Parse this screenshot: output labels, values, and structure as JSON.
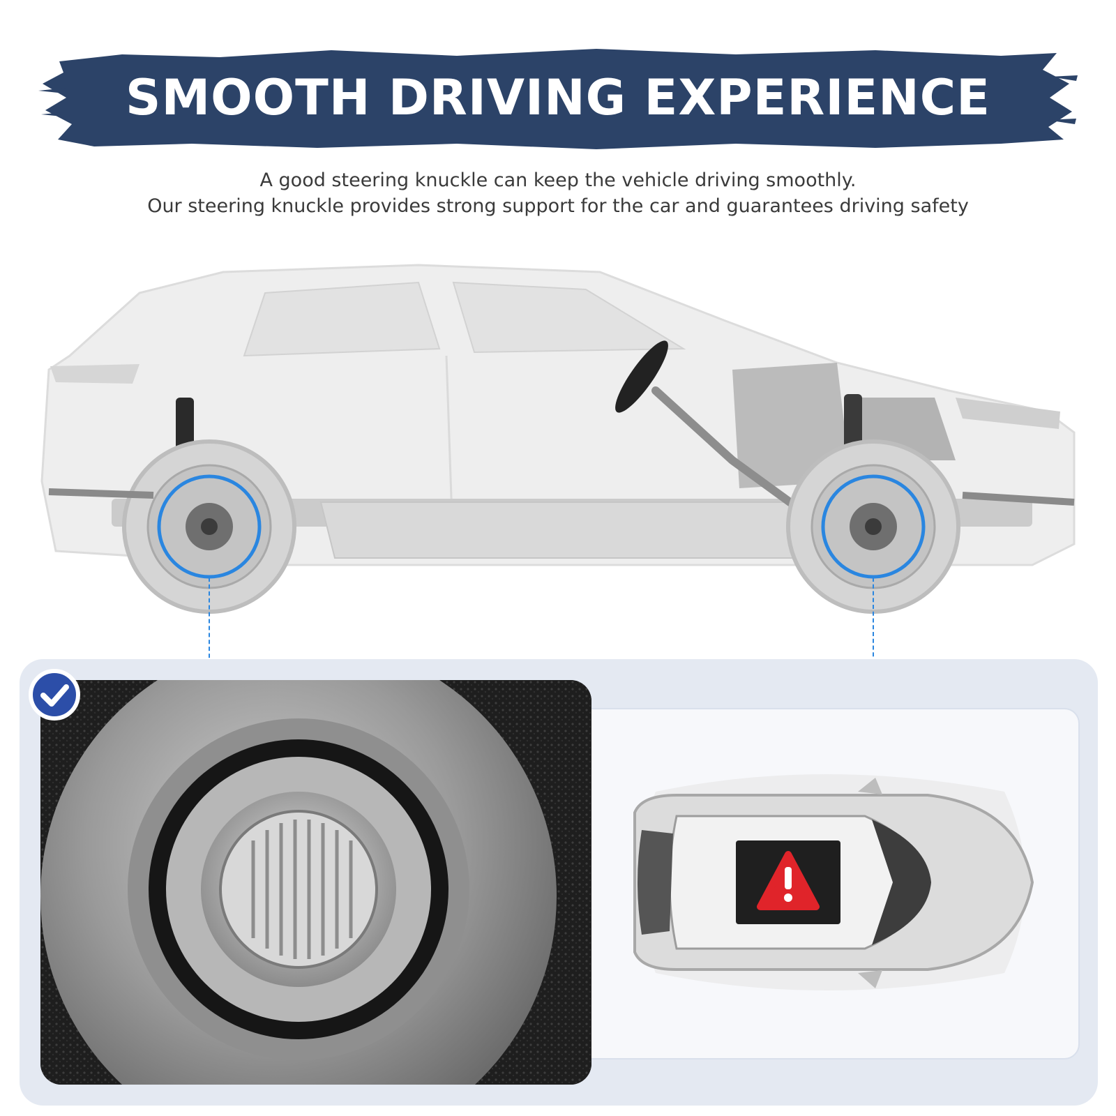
{
  "banner": {
    "title": "SMOOTH DRIVING EXPERIENCE",
    "color": "#2c4368"
  },
  "subtitle": {
    "line1": "A good steering knuckle can keep the vehicle driving smoothly.",
    "line2": "Our steering knuckle provides strong support for the car and guarantees driving safety"
  },
  "colors": {
    "highlight_ring": "#2a86e0",
    "panel_background": "#e4e9f2",
    "warning": "#e0242a"
  },
  "icons": {
    "check": "check-circle-icon",
    "warning": "warning-triangle-icon"
  }
}
